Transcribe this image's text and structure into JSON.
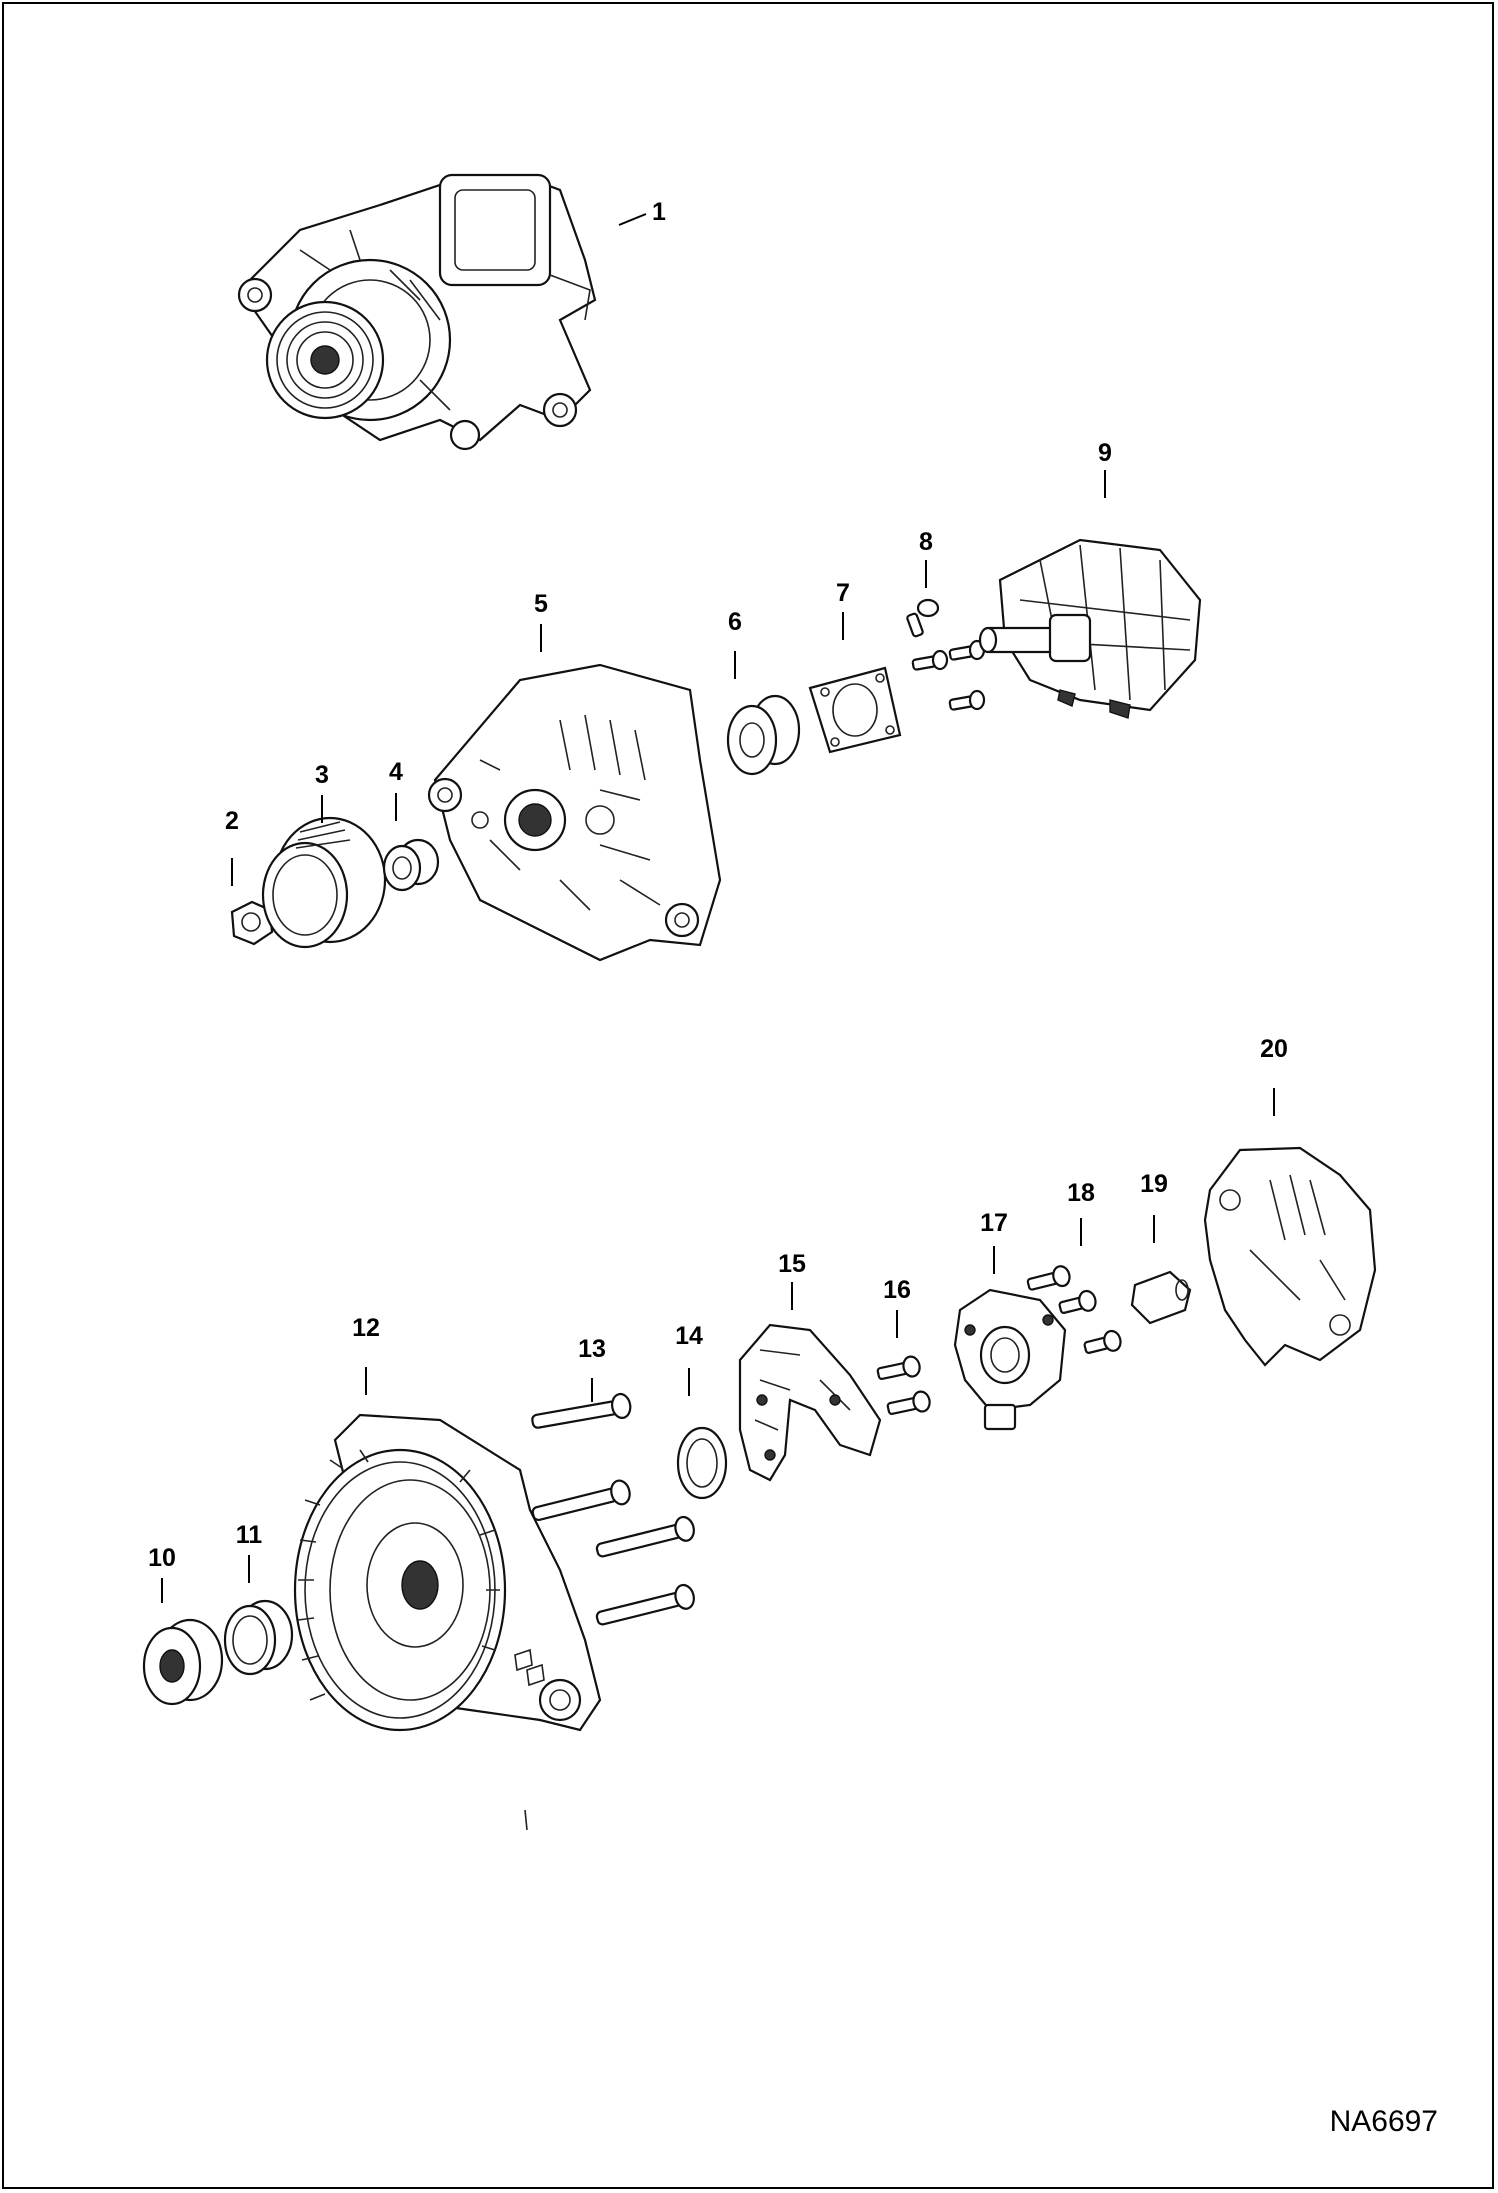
{
  "drawing_id": "NA6697",
  "callouts": [
    "1",
    "2",
    "3",
    "4",
    "5",
    "6",
    "7",
    "8",
    "9",
    "10",
    "11",
    "12",
    "13",
    "14",
    "15",
    "16",
    "17",
    "18",
    "19",
    "20"
  ],
  "parts": [
    {
      "callout": "1",
      "icon": "alternator-assembly-icon"
    },
    {
      "callout": "2",
      "icon": "pulley-nut-icon"
    },
    {
      "callout": "3",
      "icon": "pulley-icon"
    },
    {
      "callout": "4",
      "icon": "spacer-collar-icon"
    },
    {
      "callout": "5",
      "icon": "front-housing-icon"
    },
    {
      "callout": "6",
      "icon": "front-bearing-icon"
    },
    {
      "callout": "7",
      "icon": "bearing-retainer-plate-icon"
    },
    {
      "callout": "8",
      "icon": "retainer-screw-icon"
    },
    {
      "callout": "9",
      "icon": "rotor-icon"
    },
    {
      "callout": "10",
      "icon": "rear-bearing-icon"
    },
    {
      "callout": "11",
      "icon": "bearing-sleeve-icon"
    },
    {
      "callout": "12",
      "icon": "stator-rear-housing-icon"
    },
    {
      "callout": "13",
      "icon": "through-bolt-icon"
    },
    {
      "callout": "14",
      "icon": "insulator-ring-icon"
    },
    {
      "callout": "15",
      "icon": "rectifier-icon"
    },
    {
      "callout": "16",
      "icon": "rectifier-screw-icon"
    },
    {
      "callout": "17",
      "icon": "regulator-brush-holder-icon"
    },
    {
      "callout": "18",
      "icon": "regulator-screw-icon"
    },
    {
      "callout": "19",
      "icon": "terminal-insulator-icon"
    },
    {
      "callout": "20",
      "icon": "rear-cover-icon"
    }
  ]
}
